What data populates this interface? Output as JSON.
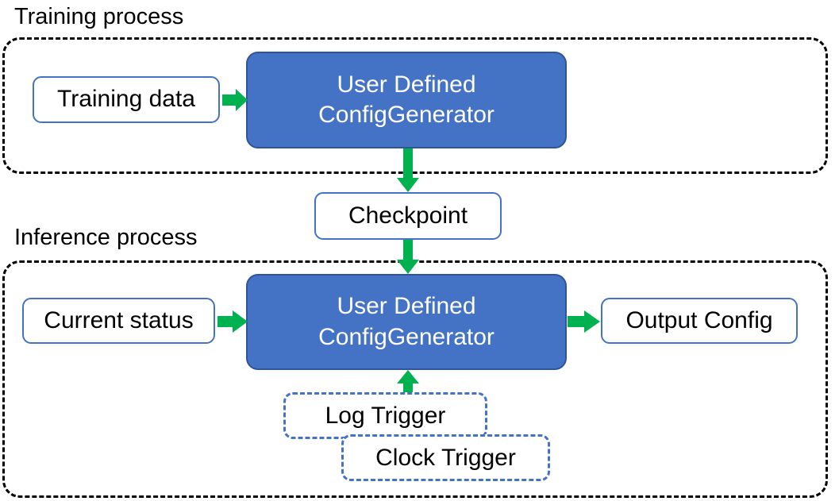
{
  "diagram": {
    "title_training": "Training process",
    "title_inference": "Inference process",
    "accent_green": "#00B14F",
    "accent_blue": "#4472C4",
    "border_blue": "#2F5597",
    "container_border": "#000000"
  },
  "training": {
    "input_box": "Training data",
    "generator": {
      "line1": "User Defined",
      "line2": "ConfigGenerator"
    }
  },
  "bridge": {
    "checkpoint": "Checkpoint"
  },
  "inference": {
    "input_box": "Current status",
    "generator": {
      "line1": "User Defined",
      "line2": "ConfigGenerator"
    },
    "output_box": "Output Config",
    "triggers": [
      {
        "label": "Log Trigger"
      },
      {
        "label": "Clock Trigger"
      }
    ]
  },
  "edges": [
    {
      "name": "training-data-to-generator",
      "direction": "right"
    },
    {
      "name": "generator-to-checkpoint",
      "direction": "down"
    },
    {
      "name": "checkpoint-to-inference-generator",
      "direction": "down"
    },
    {
      "name": "current-status-to-generator",
      "direction": "right"
    },
    {
      "name": "generator-to-output-config",
      "direction": "right"
    },
    {
      "name": "log-trigger-to-generator",
      "direction": "up"
    }
  ]
}
